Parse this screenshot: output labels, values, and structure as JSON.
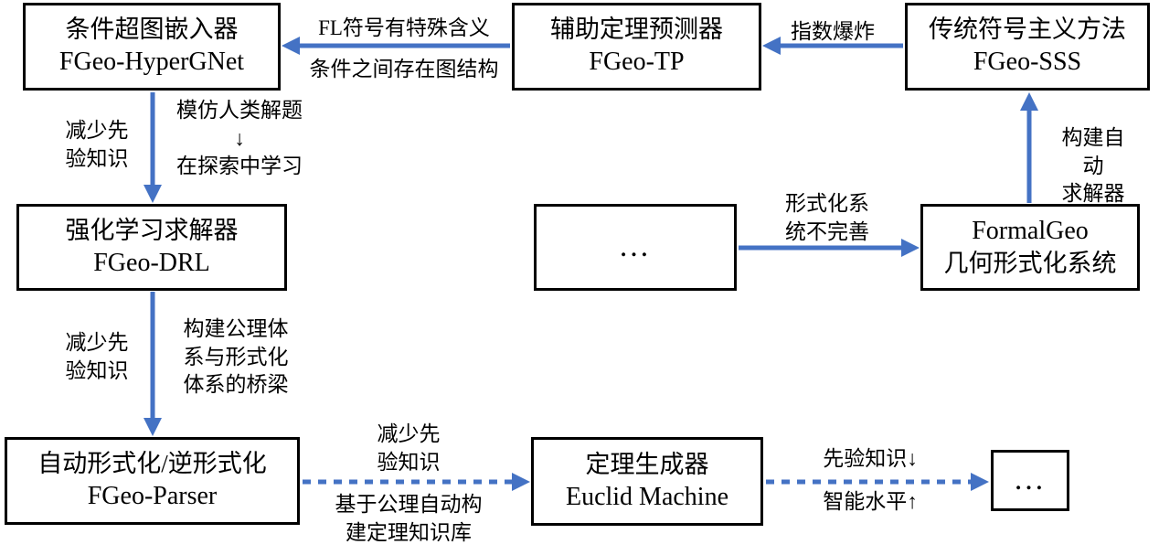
{
  "diagram": {
    "background_color": "#ffffff",
    "arrow_color": "#4472C4",
    "border_color": "#000000",
    "boxes": [
      {
        "id": "hypergnet",
        "line1": "条件超图嵌入器",
        "line2": "FGeo-HyperGNet"
      },
      {
        "id": "tp",
        "line1": "辅助定理预测器",
        "line2": "FGeo-TP"
      },
      {
        "id": "sss",
        "line1": "传统符号主义方法",
        "line2": "FGeo-SSS"
      },
      {
        "id": "drl",
        "line1": "强化学习求解器",
        "line2": "FGeo-DRL"
      },
      {
        "id": "mid-ellipsis",
        "line1": "…"
      },
      {
        "id": "formalgeo",
        "line1": "FormalGeo",
        "line2": "几何形式化系统"
      },
      {
        "id": "parser",
        "line1": "自动形式化/逆形式化",
        "line2": "FGeo-Parser"
      },
      {
        "id": "euclid",
        "line1": "定理生成器",
        "line2": "Euclid Machine"
      },
      {
        "id": "end-ellipsis",
        "line1": "…"
      }
    ],
    "labels": {
      "fl_top": "FL符号有特殊含义",
      "fl_bottom": "条件之间存在图结构",
      "exp": "指数爆炸",
      "hyper_drl_left": "减少先\n验知识",
      "hyper_drl_right": "模仿人类解题\n↓\n在探索中学习",
      "drl_parser_left": "减少先\n验知识",
      "drl_parser_right": "构建公理体\n系与形式化\n体系的桥梁",
      "formal_incomplete": "形式化系\n统不完善",
      "build_solver": "构建自动\n求解器",
      "parser_euclid_top": "减少先\n验知识",
      "parser_euclid_bottom": "基于公理自动构\n建定理知识库",
      "euclid_end_top": "先验知识↓",
      "euclid_end_bottom": "智能水平↑"
    }
  }
}
